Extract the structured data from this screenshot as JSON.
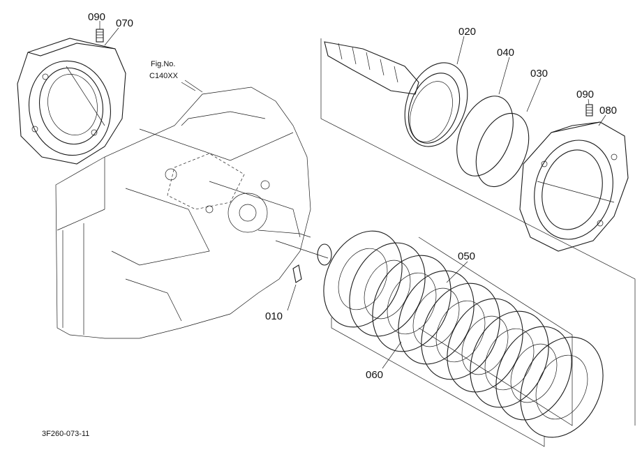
{
  "diagram": {
    "fig_title": "Fig.No.",
    "fig_code": "C140XX",
    "drawing_code": "3F260-073-11",
    "parts": {
      "p090a": "090",
      "p070": "070",
      "p020": "020",
      "p040": "040",
      "p030": "030",
      "p090b": "090",
      "p080": "080",
      "p050": "050",
      "p010": "010",
      "p060": "060"
    }
  }
}
